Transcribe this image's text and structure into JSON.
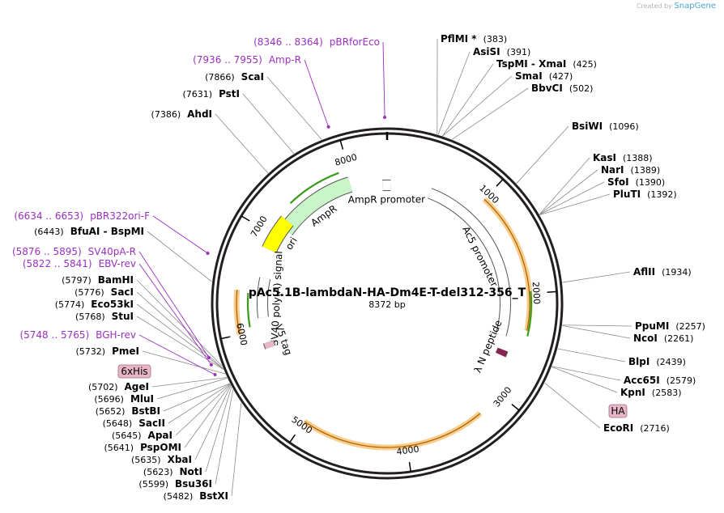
{
  "credit": {
    "prefix": "Created by",
    "brand": "SnapGene"
  },
  "plasmid": {
    "name": "pAc5.1B-lambdaN-HA-Dm4E-T-del312-356_T",
    "size_label": "8372 bp",
    "length": 8372
  },
  "colors": {
    "backbone": "#231f20",
    "enzyme_line": "#8a8a8a",
    "primer": "#9b30c0",
    "ampr": "#c9f5c9",
    "ori": "#ffff00",
    "orf": "#f0a830",
    "tag": "#e8b4c8",
    "nptide": "#8b2252"
  },
  "ticks": [
    {
      "pos": 1000,
      "label": "1000"
    },
    {
      "pos": 2000,
      "label": "2000"
    },
    {
      "pos": 3000,
      "label": "3000"
    },
    {
      "pos": 4000,
      "label": "4000"
    },
    {
      "pos": 5000,
      "label": "5000"
    },
    {
      "pos": 6000,
      "label": "6000"
    },
    {
      "pos": 7000,
      "label": "7000"
    },
    {
      "pos": 8000,
      "label": "8000"
    }
  ],
  "features": [
    {
      "name": "AmpR",
      "start": 7110,
      "end": 7970,
      "direction": "ccw",
      "color": "#c9f5c9"
    },
    {
      "name": "AmpR promoter",
      "start": 8320,
      "end": 40,
      "direction": "ccw",
      "color": "#ffffff"
    },
    {
      "name": "Ac5 promoter",
      "start": 490,
      "end": 2450,
      "direction": "cw",
      "color": "#ffffff"
    },
    {
      "name": "ori",
      "start": 6850,
      "end": 7200,
      "direction": "ccw",
      "color": "#ffff00"
    },
    {
      "name": "SV40 poly(A) signal",
      "start": 6130,
      "end": 6550,
      "direction": "ccw",
      "color": "#ffffff"
    },
    {
      "name": "V5 tag",
      "start": 5800,
      "end": 5860,
      "direction": "cw",
      "color": "#e8b4c8"
    },
    {
      "name": "λ N peptide",
      "start": 2600,
      "end": 2660,
      "direction": "cw",
      "color": "#8b2252"
    }
  ],
  "enzymes": [
    {
      "name": "PflMI *",
      "pos_label": "(383)"
    },
    {
      "name": "AsiSI",
      "pos_label": "(391)"
    },
    {
      "name": "TspMI",
      "name2": "XmaI",
      "pos_label": "(425)"
    },
    {
      "name": "SmaI",
      "pos_label": "(427)"
    },
    {
      "name": "BbvCI",
      "pos_label": "(502)"
    },
    {
      "name": "BsiWI",
      "pos_label": "(1096)"
    },
    {
      "name": "KasI",
      "pos_label": "(1388)"
    },
    {
      "name": "NarI",
      "pos_label": "(1389)"
    },
    {
      "name": "SfoI",
      "pos_label": "(1390)"
    },
    {
      "name": "PluTI",
      "pos_label": "(1392)"
    },
    {
      "name": "AflII",
      "pos_label": "(1934)"
    },
    {
      "name": "PpuMI",
      "pos_label": "(2257)"
    },
    {
      "name": "NcoI",
      "pos_label": "(2261)"
    },
    {
      "name": "BlpI",
      "pos_label": "(2439)"
    },
    {
      "name": "Acc65I",
      "pos_label": "(2579)"
    },
    {
      "name": "KpnI",
      "pos_label": "(2583)"
    },
    {
      "name": "EcoRI",
      "pos_label": "(2716)"
    },
    {
      "name": "BstXI",
      "pos_label": "(5482)"
    },
    {
      "name": "Bsu36I",
      "pos_label": "(5599)"
    },
    {
      "name": "NotI",
      "pos_label": "(5623)"
    },
    {
      "name": "XbaI",
      "pos_label": "(5635)"
    },
    {
      "name": "PspOMI",
      "pos_label": "(5641)"
    },
    {
      "name": "ApaI",
      "pos_label": "(5645)"
    },
    {
      "name": "SacII",
      "pos_label": "(5648)"
    },
    {
      "name": "BstBI",
      "pos_label": "(5652)"
    },
    {
      "name": "MluI",
      "pos_label": "(5696)"
    },
    {
      "name": "AgeI",
      "pos_label": "(5702)"
    },
    {
      "name": "PmeI",
      "pos_label": "(5732)"
    },
    {
      "name": "StuI",
      "pos_label": "(5768)"
    },
    {
      "name": "Eco53kI",
      "pos_label": "(5774)"
    },
    {
      "name": "SacI",
      "pos_label": "(5776)"
    },
    {
      "name": "BamHI",
      "pos_label": "(5797)"
    },
    {
      "name": "BfuAI",
      "name2": "BspMI",
      "pos_label": "(6443)"
    },
    {
      "name": "AhdI",
      "pos_label": "(7386)"
    },
    {
      "name": "PstI",
      "pos_label": "(7631)"
    },
    {
      "name": "ScaI",
      "pos_label": "(7866)"
    }
  ],
  "primers": [
    {
      "name": "pBRforEco",
      "range": "(8346 .. 8364)"
    },
    {
      "name": "Amp-R",
      "range": "(7936 .. 7955)"
    },
    {
      "name": "pBR322ori-F",
      "range": "(6634 .. 6653)"
    },
    {
      "name": "SV40pA-R",
      "range": "(5876 .. 5895)"
    },
    {
      "name": "EBV-rev",
      "range": "(5822 .. 5841)"
    },
    {
      "name": "BGH-rev",
      "range": "(5748 .. 5765)"
    }
  ],
  "boxes": [
    {
      "name": "6xHis"
    },
    {
      "name": "HA"
    }
  ]
}
